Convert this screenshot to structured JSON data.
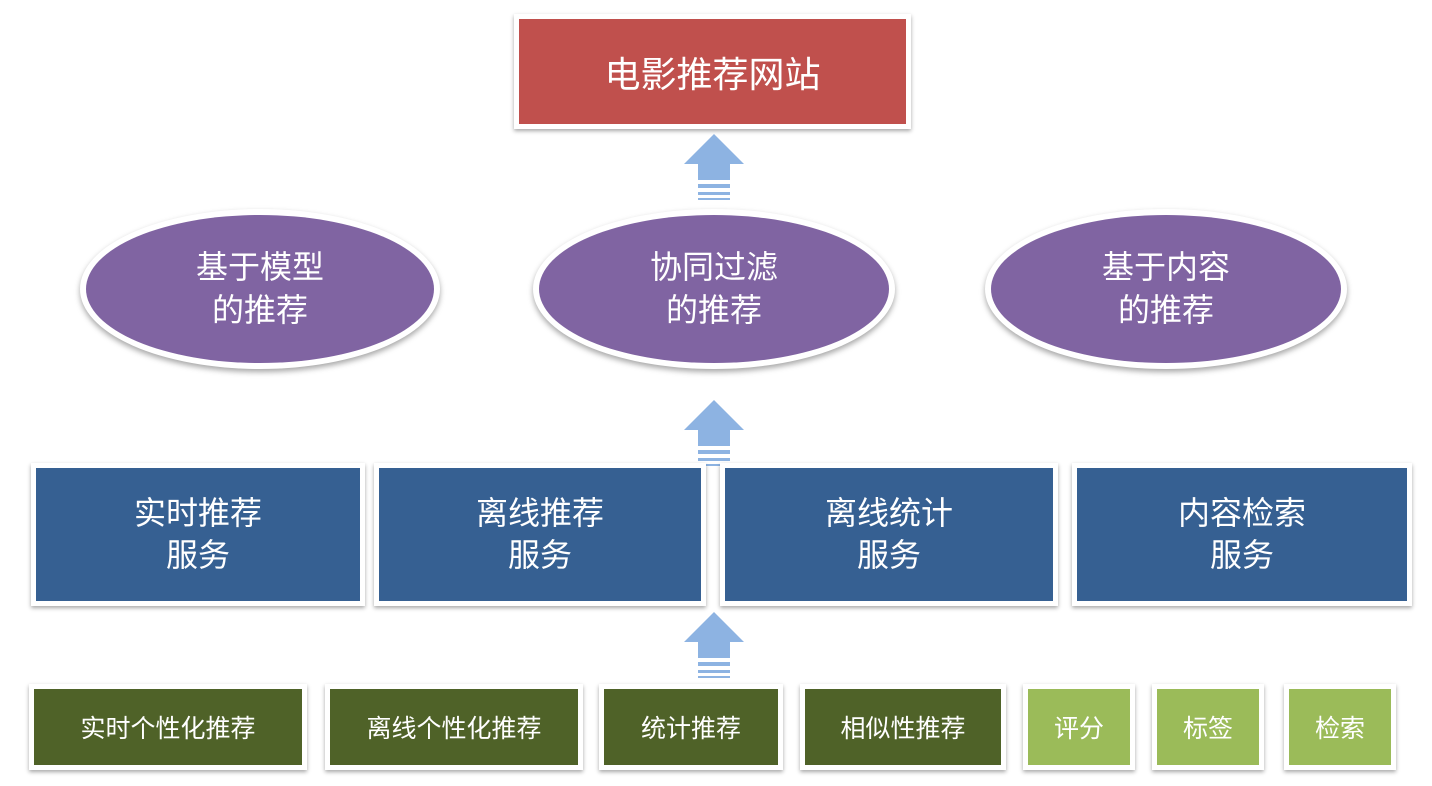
{
  "top": {
    "label": "电影推荐网站",
    "color": "#c0504d"
  },
  "algorithms": [
    {
      "line1": "基于模型",
      "line2": "的推荐"
    },
    {
      "line1": "协同过滤",
      "line2": "的推荐"
    },
    {
      "line1": "基于内容",
      "line2": "的推荐"
    }
  ],
  "services": [
    {
      "line1": "实时推荐",
      "line2": "服务"
    },
    {
      "line1": "离线推荐",
      "line2": "服务"
    },
    {
      "line1": "离线统计",
      "line2": "服务"
    },
    {
      "line1": "内容检索",
      "line2": "服务"
    }
  ],
  "features": [
    {
      "label": "实时个性化推荐"
    },
    {
      "label": "离线个性化推荐"
    },
    {
      "label": "统计推荐"
    },
    {
      "label": "相似性推荐"
    }
  ],
  "data_items": [
    {
      "label": "评分"
    },
    {
      "label": "标签"
    },
    {
      "label": "检索"
    }
  ],
  "colors": {
    "ellipse": "#8064a2",
    "service": "#366092",
    "feature": "#4f6228",
    "data": "#9bbb59",
    "arrow": "#8db3e2"
  }
}
